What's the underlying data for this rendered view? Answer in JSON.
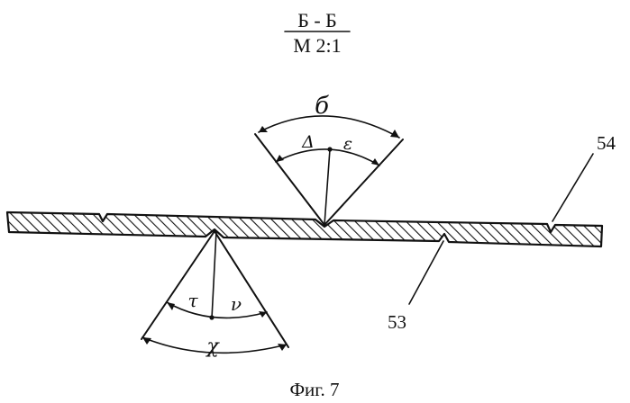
{
  "section_title": "Б - Б",
  "scale": "М 2:1",
  "caption": "Фиг. 7",
  "part_labels": {
    "upper_right": "54",
    "lower": "53"
  },
  "angle_labels": {
    "upper_outer": "б",
    "upper_left": "Δ",
    "upper_right": "ε",
    "lower_left": "τ",
    "lower_right": "ν",
    "lower_outer": "χ"
  }
}
